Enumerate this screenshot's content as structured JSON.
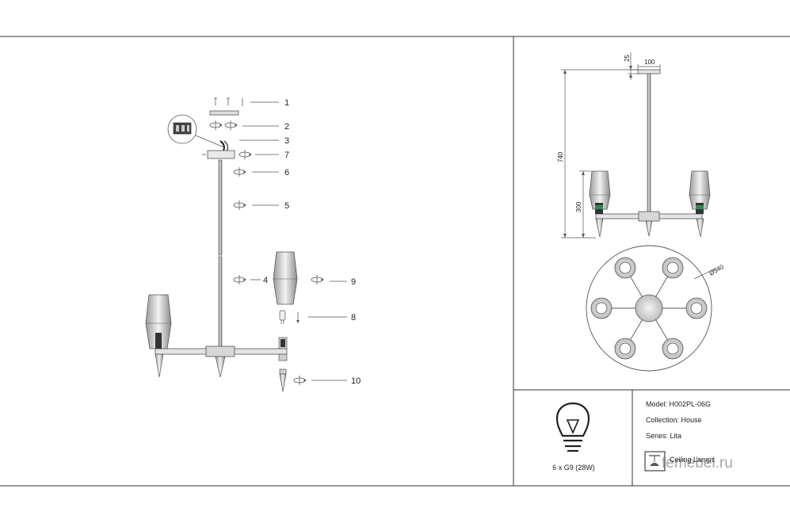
{
  "exploded_view": {
    "callouts": [
      "1",
      "2",
      "3",
      "7",
      "6",
      "5",
      "4",
      "9",
      "8",
      "10"
    ]
  },
  "dimensions": {
    "canopy_height": "25",
    "canopy_width": "100",
    "total_height": "740",
    "lamp_height": "300",
    "diameter": "Ø540"
  },
  "bulb": {
    "caption": "6 x G9 (28W)"
  },
  "product_info": {
    "model": "Model: H002PL-06G",
    "collection": "Collection: House",
    "series": "Series: Lita",
    "type": "Ceiling Lamps"
  },
  "watermark": "femebel.ru"
}
